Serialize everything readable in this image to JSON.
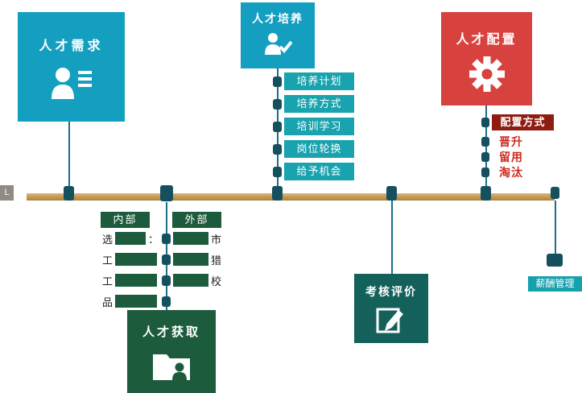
{
  "timeline": {
    "left_cap": "L"
  },
  "demand": {
    "title": "人才需求"
  },
  "training": {
    "title": "人才培养",
    "items": [
      "培养计划",
      "培养方式",
      "培训学习",
      "岗位轮换",
      "给予机会"
    ]
  },
  "allocation": {
    "title": "人才配置",
    "method_label": "配置方式",
    "items": [
      "晋升",
      "留用",
      "淘汰"
    ]
  },
  "acquisition": {
    "title": "人才获取",
    "internal_label": "内部",
    "external_label": "外部",
    "internal_rows": [
      {
        "pre": "选",
        "post": "："
      },
      {
        "pre": "工",
        "post": ""
      },
      {
        "pre": "工",
        "post": ""
      },
      {
        "pre": "品",
        "post": ""
      }
    ],
    "external_rows": [
      {
        "ch": "市"
      },
      {
        "ch": "猎"
      },
      {
        "ch": "校"
      }
    ]
  },
  "evaluation": {
    "title": "考核评价"
  },
  "compensation": {
    "title": "薪酬管理"
  },
  "colors": {
    "cyan": "#149fc0",
    "teal": "#18a3ae",
    "red": "#d8423e",
    "dark_red": "#8e1c10",
    "green": "#1d5b3d",
    "dark_teal_green": "#14615b",
    "timeline_tan": "#c39753",
    "dot": "#15505f"
  }
}
